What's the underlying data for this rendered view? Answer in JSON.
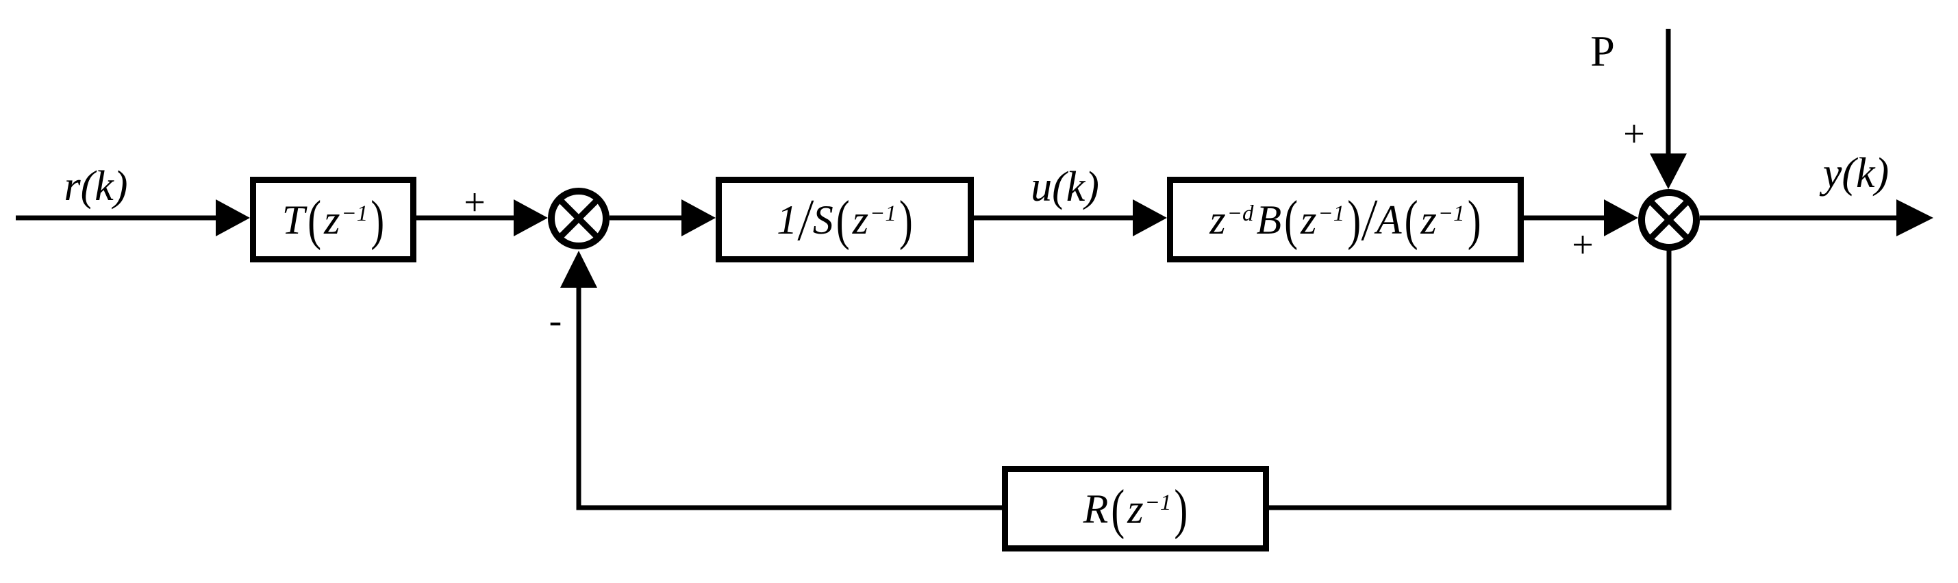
{
  "diagram": {
    "background": "#ffffff",
    "line_color": "#000000"
  },
  "signals": {
    "input": "r(k)",
    "control": "u(k)",
    "output": "y(k)",
    "disturbance": "P"
  },
  "signs": {
    "sum1_reference": "+",
    "sum1_feedback": "-",
    "sum2_disturbance": "+",
    "sum2_plant": "+"
  },
  "blocks": {
    "reference_filter": {
      "label": "T(z⁻¹)",
      "segments": [
        {
          "kind": "var",
          "text": "T"
        },
        {
          "kind": "paren",
          "text": "("
        },
        {
          "kind": "var",
          "text": "z"
        },
        {
          "kind": "sup",
          "text": "−1"
        },
        {
          "kind": "paren",
          "text": ")"
        }
      ]
    },
    "controller": {
      "label": "1/S(z⁻¹)",
      "segments": [
        {
          "kind": "var",
          "text": "1"
        },
        {
          "kind": "slash",
          "text": "/"
        },
        {
          "kind": "var",
          "text": "S"
        },
        {
          "kind": "paren",
          "text": "("
        },
        {
          "kind": "var",
          "text": "z"
        },
        {
          "kind": "sup",
          "text": "−1"
        },
        {
          "kind": "paren",
          "text": ")"
        }
      ]
    },
    "plant": {
      "label": "z⁻ᵈB(z⁻¹)/A(z⁻¹)",
      "segments": [
        {
          "kind": "var",
          "text": "z"
        },
        {
          "kind": "sup",
          "text": "−d"
        },
        {
          "kind": "var",
          "text": "B"
        },
        {
          "kind": "paren",
          "text": "("
        },
        {
          "kind": "var",
          "text": "z"
        },
        {
          "kind": "sup",
          "text": "−1"
        },
        {
          "kind": "paren",
          "text": ")"
        },
        {
          "kind": "slash",
          "text": "/"
        },
        {
          "kind": "var",
          "text": "A"
        },
        {
          "kind": "paren",
          "text": "("
        },
        {
          "kind": "var",
          "text": "z"
        },
        {
          "kind": "sup",
          "text": "−1"
        },
        {
          "kind": "paren",
          "text": ")"
        }
      ]
    },
    "feedback_filter": {
      "label": "R(z⁻¹)",
      "segments": [
        {
          "kind": "var",
          "text": "R"
        },
        {
          "kind": "paren",
          "text": "("
        },
        {
          "kind": "var",
          "text": "z"
        },
        {
          "kind": "sup",
          "text": "−1"
        },
        {
          "kind": "paren",
          "text": ")"
        }
      ]
    }
  }
}
